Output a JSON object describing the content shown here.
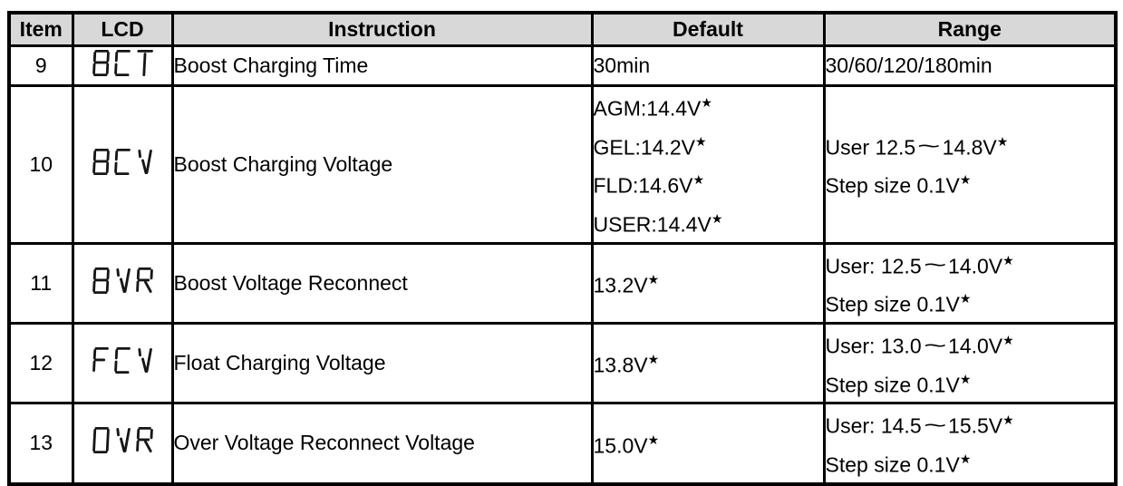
{
  "table": {
    "columns": [
      {
        "key": "item",
        "label": "Item"
      },
      {
        "key": "lcd",
        "label": "LCD"
      },
      {
        "key": "instruction",
        "label": "Instruction"
      },
      {
        "key": "default",
        "label": "Default"
      },
      {
        "key": "range",
        "label": "Range"
      }
    ],
    "rows": [
      {
        "item": "9",
        "lcd": "BCT",
        "instruction": "Boost Charging Time",
        "default": [
          "30min"
        ],
        "range": [
          "30/60/120/180min"
        ]
      },
      {
        "item": "10",
        "lcd": "BCV",
        "instruction": "Boost Charging Voltage",
        "default": [
          "AGM:14.4V★",
          "GEL:14.2V★",
          "FLD:14.6V★",
          "USER:14.4V★"
        ],
        "range": [
          "User 12.5～14.8V★",
          "Step size 0.1V★"
        ]
      },
      {
        "item": "11",
        "lcd": "BVR",
        "instruction": "Boost Voltage Reconnect",
        "default": [
          "13.2V★"
        ],
        "range": [
          "User: 12.5～14.0V★",
          "Step size 0.1V★"
        ]
      },
      {
        "item": "12",
        "lcd": "FCV",
        "instruction": "Float Charging Voltage",
        "default": [
          "13.8V★"
        ],
        "range": [
          "User: 13.0～14.0V★",
          "Step size 0.1V★"
        ]
      },
      {
        "item": "13",
        "lcd": "OVR",
        "instruction": "Over Voltage Reconnect Voltage",
        "default": [
          "15.0V★"
        ],
        "range": [
          "User: 14.5～15.5V★",
          "Step size 0.1V★"
        ]
      }
    ]
  },
  "colors": {
    "header_bg": "#d8d8d8",
    "border": "#000000",
    "text": "#000000",
    "lcd_stroke": "#161616"
  }
}
